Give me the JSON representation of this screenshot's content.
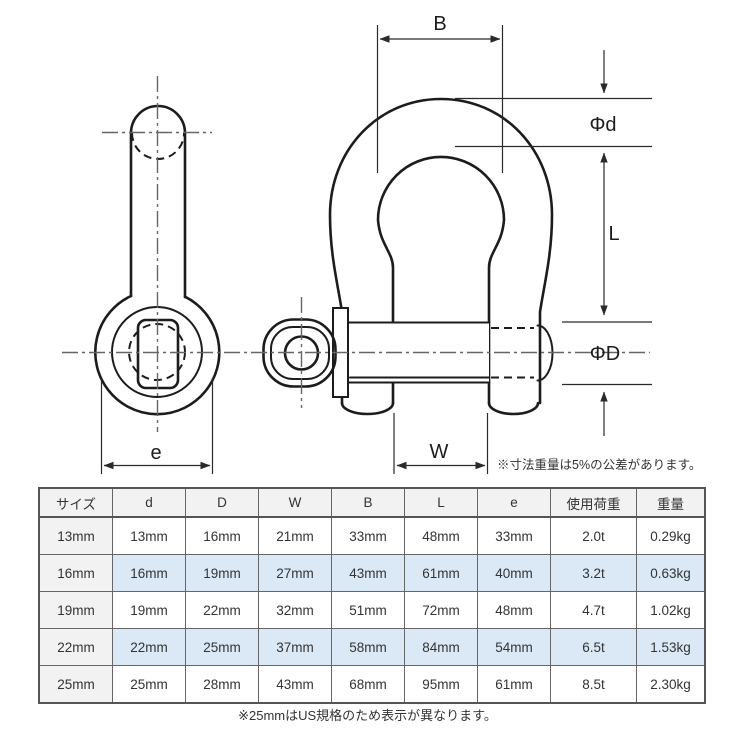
{
  "diagram": {
    "labels": {
      "B": "B",
      "phi_d": "Φd",
      "L": "L",
      "phi_D": "ΦD",
      "W": "W",
      "e": "e"
    },
    "tolerance_note": "※寸法重量は5%の公差があります。"
  },
  "table": {
    "headers": [
      "サイズ",
      "d",
      "D",
      "W",
      "B",
      "L",
      "e",
      "使用荷重",
      "重量"
    ],
    "rows": [
      [
        "13mm",
        "13mm",
        "16mm",
        "21mm",
        "33mm",
        "48mm",
        "33mm",
        "2.0t",
        "0.29kg"
      ],
      [
        "16mm",
        "16mm",
        "19mm",
        "27mm",
        "43mm",
        "61mm",
        "40mm",
        "3.2t",
        "0.63kg"
      ],
      [
        "19mm",
        "19mm",
        "22mm",
        "32mm",
        "51mm",
        "72mm",
        "48mm",
        "4.7t",
        "1.02kg"
      ],
      [
        "22mm",
        "22mm",
        "25mm",
        "37mm",
        "58mm",
        "84mm",
        "54mm",
        "6.5t",
        "1.53kg"
      ],
      [
        "25mm",
        "25mm",
        "28mm",
        "43mm",
        "68mm",
        "95mm",
        "61mm",
        "8.5t",
        "2.30kg"
      ]
    ],
    "highlight_rows": [
      1,
      3
    ],
    "footnote": "※25mmはUS規格のため表示が異なります。"
  },
  "colors": {
    "highlight_row": "#dbe9f7",
    "header_bg": "#f2f2f2",
    "line": "#1c1c1c",
    "centerline": "#666666"
  }
}
